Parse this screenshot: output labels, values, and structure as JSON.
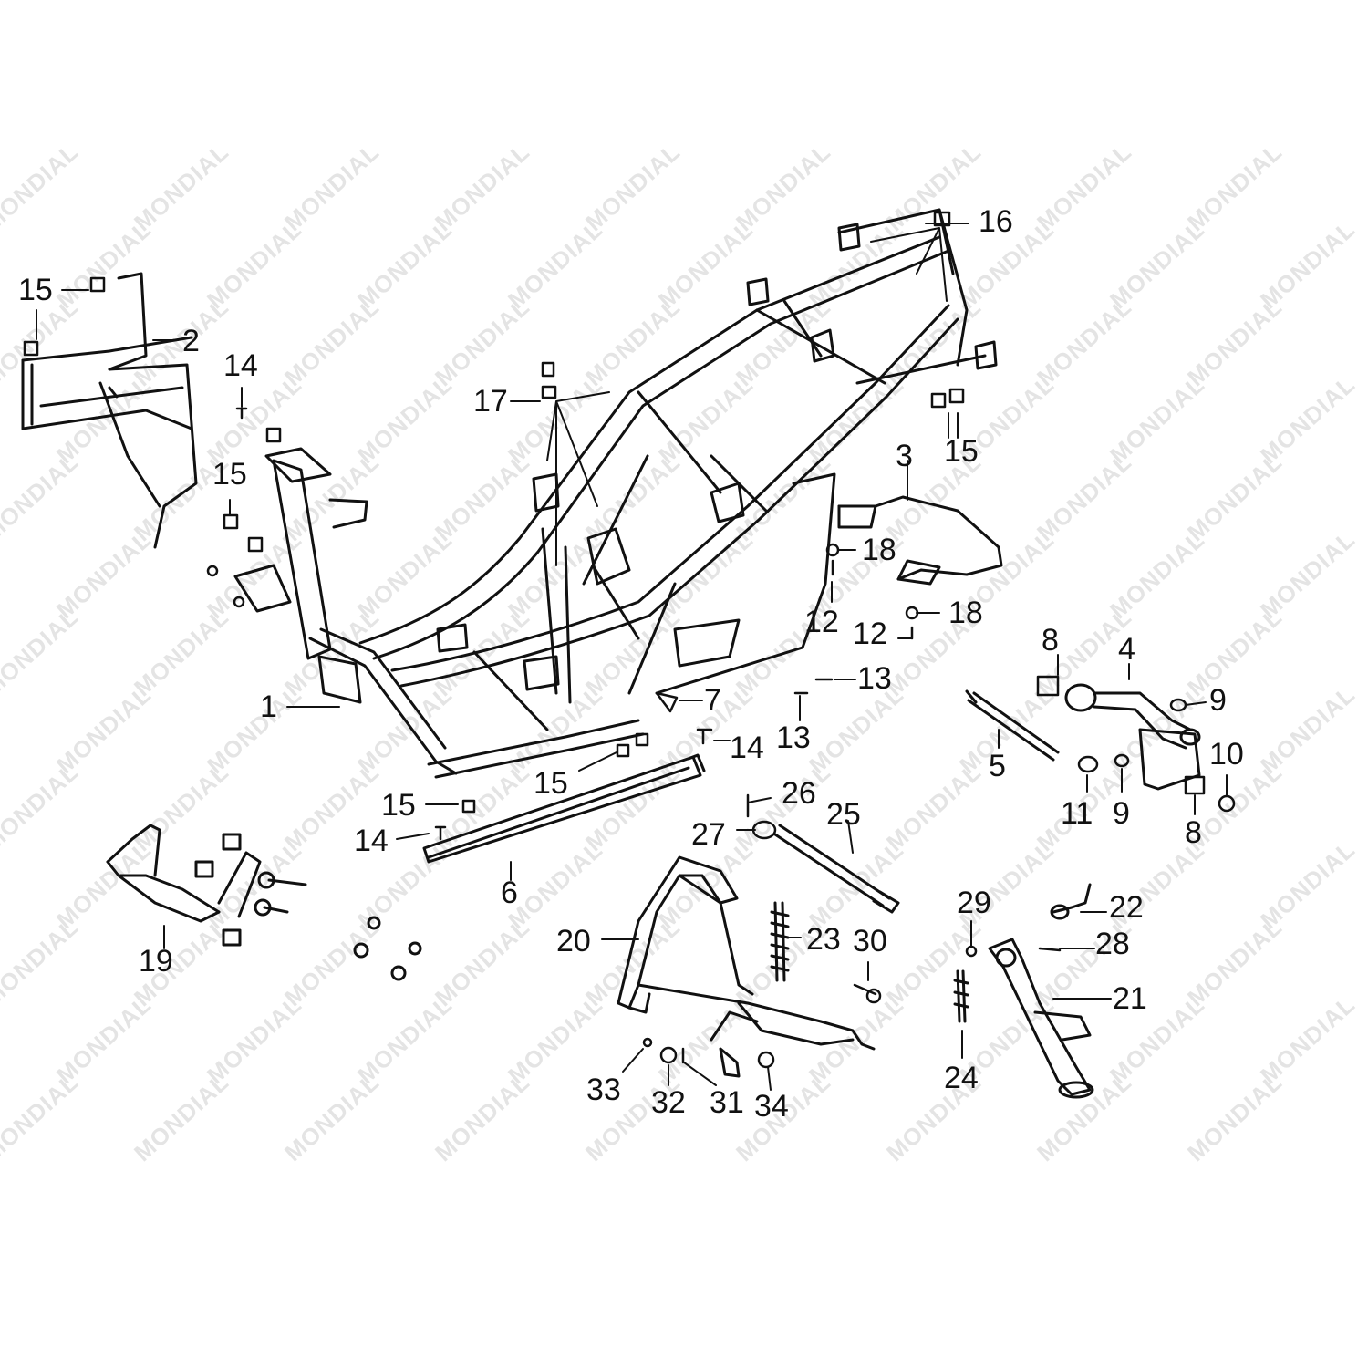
{
  "watermark": "MONDIAL",
  "callouts": [
    {
      "id": "c1",
      "label": "1"
    },
    {
      "id": "c2",
      "label": "2"
    },
    {
      "id": "c3",
      "label": "3"
    },
    {
      "id": "c4",
      "label": "4"
    },
    {
      "id": "c5",
      "label": "5"
    },
    {
      "id": "c6",
      "label": "6"
    },
    {
      "id": "c7",
      "label": "7"
    },
    {
      "id": "c8a",
      "label": "8"
    },
    {
      "id": "c8b",
      "label": "8"
    },
    {
      "id": "c9a",
      "label": "9"
    },
    {
      "id": "c9b",
      "label": "9"
    },
    {
      "id": "c10",
      "label": "10"
    },
    {
      "id": "c11",
      "label": "11"
    },
    {
      "id": "c12a",
      "label": "12"
    },
    {
      "id": "c12b",
      "label": "12"
    },
    {
      "id": "c13a",
      "label": "13"
    },
    {
      "id": "c13b",
      "label": "13"
    },
    {
      "id": "c14a",
      "label": "14"
    },
    {
      "id": "c14b",
      "label": "14"
    },
    {
      "id": "c14c",
      "label": "14"
    },
    {
      "id": "c15a",
      "label": "15"
    },
    {
      "id": "c15b",
      "label": "15"
    },
    {
      "id": "c15c",
      "label": "15"
    },
    {
      "id": "c15d",
      "label": "15"
    },
    {
      "id": "c15e",
      "label": "15"
    },
    {
      "id": "c16",
      "label": "16"
    },
    {
      "id": "c17",
      "label": "17"
    },
    {
      "id": "c18a",
      "label": "18"
    },
    {
      "id": "c18b",
      "label": "18"
    },
    {
      "id": "c19",
      "label": "19"
    },
    {
      "id": "c20",
      "label": "20"
    },
    {
      "id": "c21",
      "label": "21"
    },
    {
      "id": "c22",
      "label": "22"
    },
    {
      "id": "c23",
      "label": "23"
    },
    {
      "id": "c24",
      "label": "24"
    },
    {
      "id": "c25",
      "label": "25"
    },
    {
      "id": "c26",
      "label": "26"
    },
    {
      "id": "c27",
      "label": "27"
    },
    {
      "id": "c28",
      "label": "28"
    },
    {
      "id": "c29",
      "label": "29"
    },
    {
      "id": "c30",
      "label": "30"
    },
    {
      "id": "c31",
      "label": "31"
    },
    {
      "id": "c32",
      "label": "32"
    },
    {
      "id": "c33",
      "label": "33"
    },
    {
      "id": "c34",
      "label": "34"
    }
  ]
}
